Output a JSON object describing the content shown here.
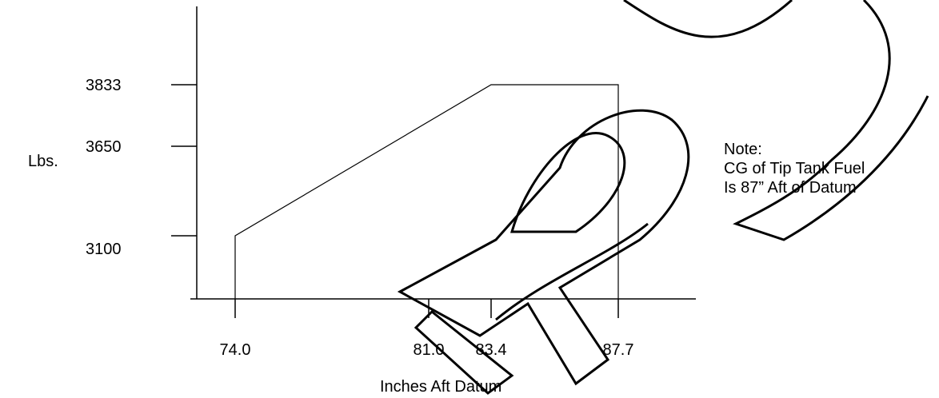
{
  "chart_data": {
    "type": "line",
    "title": "",
    "xlabel": "Inches Aft Datum",
    "ylabel": "Lbs.",
    "x_ticks": [
      74.0,
      81.0,
      83.4,
      87.7
    ],
    "x_tick_labels": [
      "74.0",
      "81.0",
      "83.4",
      "87.7"
    ],
    "y_ticks": [
      3100,
      3650,
      3833
    ],
    "y_tick_labels": [
      "3100",
      "3650",
      "3833"
    ],
    "series": [
      {
        "points": [
          {
            "x": 74.0,
            "y": 3100
          },
          {
            "x": 83.4,
            "y": 3833
          },
          {
            "x": 87.7,
            "y": 3833
          },
          {
            "x": 87.7,
            "y": 3100
          }
        ]
      }
    ],
    "grid": false,
    "legend": "none"
  },
  "note": {
    "heading": "Note:",
    "line1": "CG of Tip Tank Fuel",
    "line2": "Is 87” Aft of Datum"
  },
  "colors": {
    "line": "#000000",
    "background": "#ffffff"
  }
}
